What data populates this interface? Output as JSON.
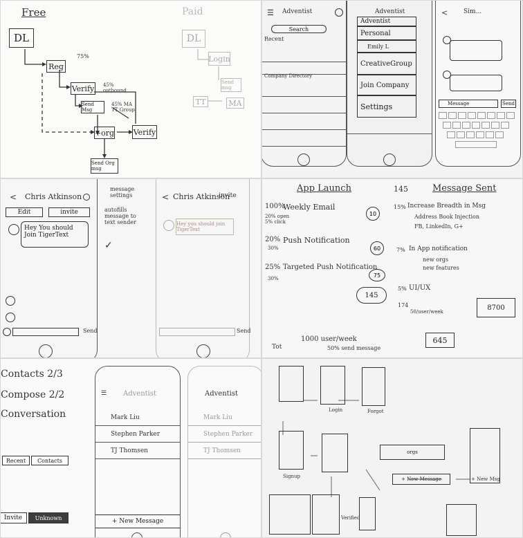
{
  "flow_panel": {
    "free_label": "Free",
    "paid_label": "Paid",
    "nodes": {
      "dl": "DL",
      "reg": "Reg",
      "verify": "Verify",
      "send_msg": "Send Msg",
      "org": "+org",
      "verify2": "Verify",
      "send_org_msg": "Send Org msg",
      "paid_dl": "DL",
      "login": "Login",
      "paid_send_msg": "Send msg",
      "tt": "TT",
      "ma": "MA"
    },
    "annotations": {
      "reg_pct": "75%",
      "verify_note": "45% outbound",
      "sendmsg_note": "45% MA TT Group"
    }
  },
  "contacts_panel": {
    "title": "Adventist",
    "search_label": "Search",
    "recent_label": "Recent",
    "directory_label": "Company Directory",
    "menu_items": [
      "Adventist",
      "Personal",
      "Emily L",
      "CreativeGroup",
      "Join Company",
      "Settings"
    ],
    "conversation_title": "Sim...",
    "compose_placeholder": "Message",
    "send_label": "Send"
  },
  "chat_panel": {
    "title": "Chris Atkinson",
    "edit_label": "Edit",
    "invite_label": "invite",
    "bubble_text": "Hey You should Join TigerText",
    "notes": [
      "message settings",
      "autofills message to text sender"
    ],
    "send_label": "Send",
    "second_title": "Chris Atkinson",
    "second_invite": "invite",
    "second_bubble": "Hey you should join TigerText"
  },
  "metrics_panel": {
    "title": "App Launch",
    "message_sent": "Message Sent",
    "sent_count": "145",
    "items": [
      {
        "pct": "100%",
        "label": "Weekly Email",
        "sub": "20% open 5% click",
        "bubble": "10"
      },
      {
        "pct": "20%",
        "label": "Push Notification",
        "sub": "30%",
        "bubble": "60"
      },
      {
        "pct": "25%",
        "label": "Targeted Push Notification",
        "sub": "30%",
        "bubble": "75"
      }
    ],
    "right_items": [
      {
        "pct": "15%",
        "label": "Increase Breadth in Msg",
        "subs": [
          "Address Book Injection",
          "FB, LinkedIn, G+"
        ]
      },
      {
        "pct": "7%",
        "label": "In App notification",
        "subs": [
          "new orgs",
          "new features"
        ]
      },
      {
        "pct": "5%",
        "label": "UI/UX",
        "subs": []
      }
    ],
    "users_box": "145",
    "users_sub": "174",
    "per_week": "50/user/week",
    "big_total": "8700",
    "total_label": "Tot",
    "footer": "1000 user/week",
    "footer2": "50% send message",
    "result": "645"
  },
  "compose_panel": {
    "list": [
      "Contacts 2/3",
      "Compose 2/2",
      "Conversation"
    ],
    "tabs": [
      "Recent",
      "Contacts"
    ],
    "bottom_tabs": [
      "Invite",
      "Unknown"
    ],
    "phone_title": "Adventist",
    "contacts": [
      "Mark Liu",
      "Stephen Parker",
      "TJ Thomsen"
    ],
    "new_message": "+ New Message",
    "phone2_title": "Adventist",
    "contacts2": [
      "Mark Liu",
      "Stephen Parker",
      "TJ Thomsen"
    ]
  },
  "storyboard_panel": {
    "labels": [
      "Login",
      "Forgot",
      "Signup",
      "Verified",
      "orgs",
      "+ New Message",
      "+ New Msg"
    ]
  }
}
